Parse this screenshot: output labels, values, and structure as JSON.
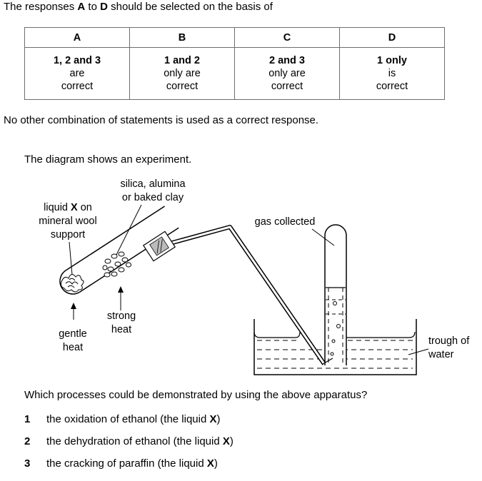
{
  "intro": {
    "pre": "The responses ",
    "a": "A",
    "mid": " to ",
    "d": "D",
    "post": " should be selected on the basis of"
  },
  "key_table": {
    "columns": [
      {
        "letter": "A",
        "line1": "1, 2 and 3",
        "line2": "are",
        "line3": "correct"
      },
      {
        "letter": "B",
        "line1": "1 and 2",
        "line2": "only are",
        "line3": "correct"
      },
      {
        "letter": "C",
        "line1": "2 and 3",
        "line2": "only are",
        "line3": "correct"
      },
      {
        "letter": "D",
        "line1": "1 only",
        "line2": "is",
        "line3": "correct"
      }
    ]
  },
  "no_combo": "No other combination of statements is used as a correct response.",
  "diagram_intro": "The diagram shows an experiment.",
  "diagram": {
    "label_silica_1": "silica, alumina",
    "label_silica_2": "or baked clay",
    "label_liquid_1a": "liquid ",
    "label_liquid_1b": "X",
    "label_liquid_1c": " on",
    "label_liquid_2": "mineral wool",
    "label_liquid_3": "support",
    "label_gas": "gas collected",
    "label_strong_1": "strong",
    "label_strong_2": "heat",
    "label_gentle_1": "gentle",
    "label_gentle_2": "heat",
    "label_trough_1": "trough of",
    "label_trough_2": "water"
  },
  "question": "Which processes could be demonstrated by using the above apparatus?",
  "statements": [
    {
      "num": "1",
      "text_pre": "the oxidation of ethanol (the liquid ",
      "x": "X",
      "text_post": ")"
    },
    {
      "num": "2",
      "text_pre": "the dehydration of ethanol (the liquid ",
      "x": "X",
      "text_post": ")"
    },
    {
      "num": "3",
      "text_pre": "the cracking of paraffin (the liquid ",
      "x": "X",
      "text_post": ")"
    }
  ]
}
